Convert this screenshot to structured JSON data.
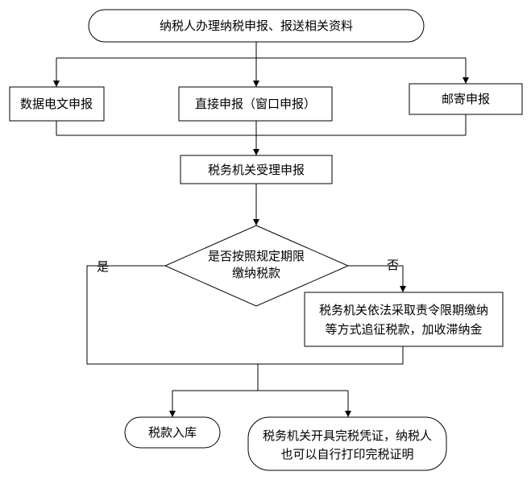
{
  "flow": {
    "start": "纳税人办理纳税申报、报送相关资料",
    "methods": {
      "electronic": "数据电文申报",
      "window": "直接申报（窗口申报）",
      "mail": "邮寄申报"
    },
    "accept": "税务机关受理申报",
    "decision": {
      "line1": "是否按照规定期限",
      "line2": "缴纳税款"
    },
    "yes_label": "是",
    "no_label": "否",
    "enforce": {
      "line1": "税务机关依法采取责令限期缴纳",
      "line2": "等方式追征税款，加收滞纳金"
    },
    "storage": "税款入库",
    "certificate": {
      "line1": "税务机关开具完税凭证，纳税人",
      "line2": "也可以自行打印完税证明"
    }
  },
  "colors": {
    "stroke": "#000000",
    "fill": "#ffffff"
  }
}
